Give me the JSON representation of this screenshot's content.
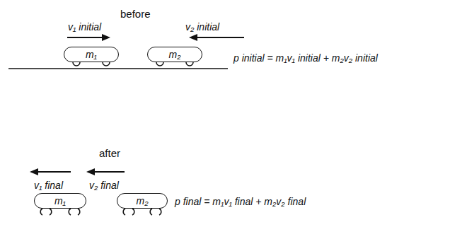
{
  "diagram": {
    "nodes": [
      {
        "text": [
          "m₁"
        ]
      },
      {
        "text": [
          "m₂"
        ]
      },
      {
        "text": [
          "m₁"
        ]
      },
      {
        "text": [
          "m₂"
        ]
      }
    ],
    "labels": [
      "before",
      "v₁ initial",
      "v₂ initial",
      "p initial = m₁v₁ initial + m₂v₂ initial",
      "after",
      "v₁ final",
      "v₂ final",
      "p final = m₁v₁ final + m₂v₂ final"
    ]
  }
}
